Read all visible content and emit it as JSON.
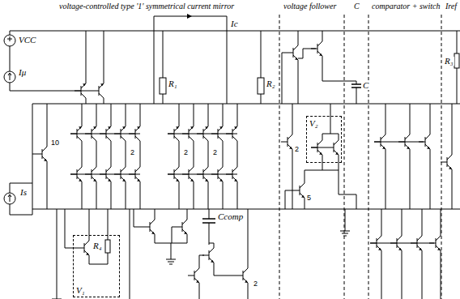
{
  "diagram": {
    "nodes": [
      {
        "text": [
          "V₁"
        ]
      },
      {
        "text": [
          "V₂"
        ]
      }
    ],
    "edges": [],
    "labels": [
      "voltage-controlled type '1' symmetrical current mirror",
      "voltage follower",
      "C",
      "comparator + switch",
      "Iref",
      "Ic",
      "VCC",
      "Iμ",
      "R₃",
      "C",
      "10",
      "R₁",
      "R₂",
      "2",
      "2",
      "2",
      "2",
      "Is",
      "5",
      "R₄",
      "Ccomp",
      "2"
    ]
  }
}
